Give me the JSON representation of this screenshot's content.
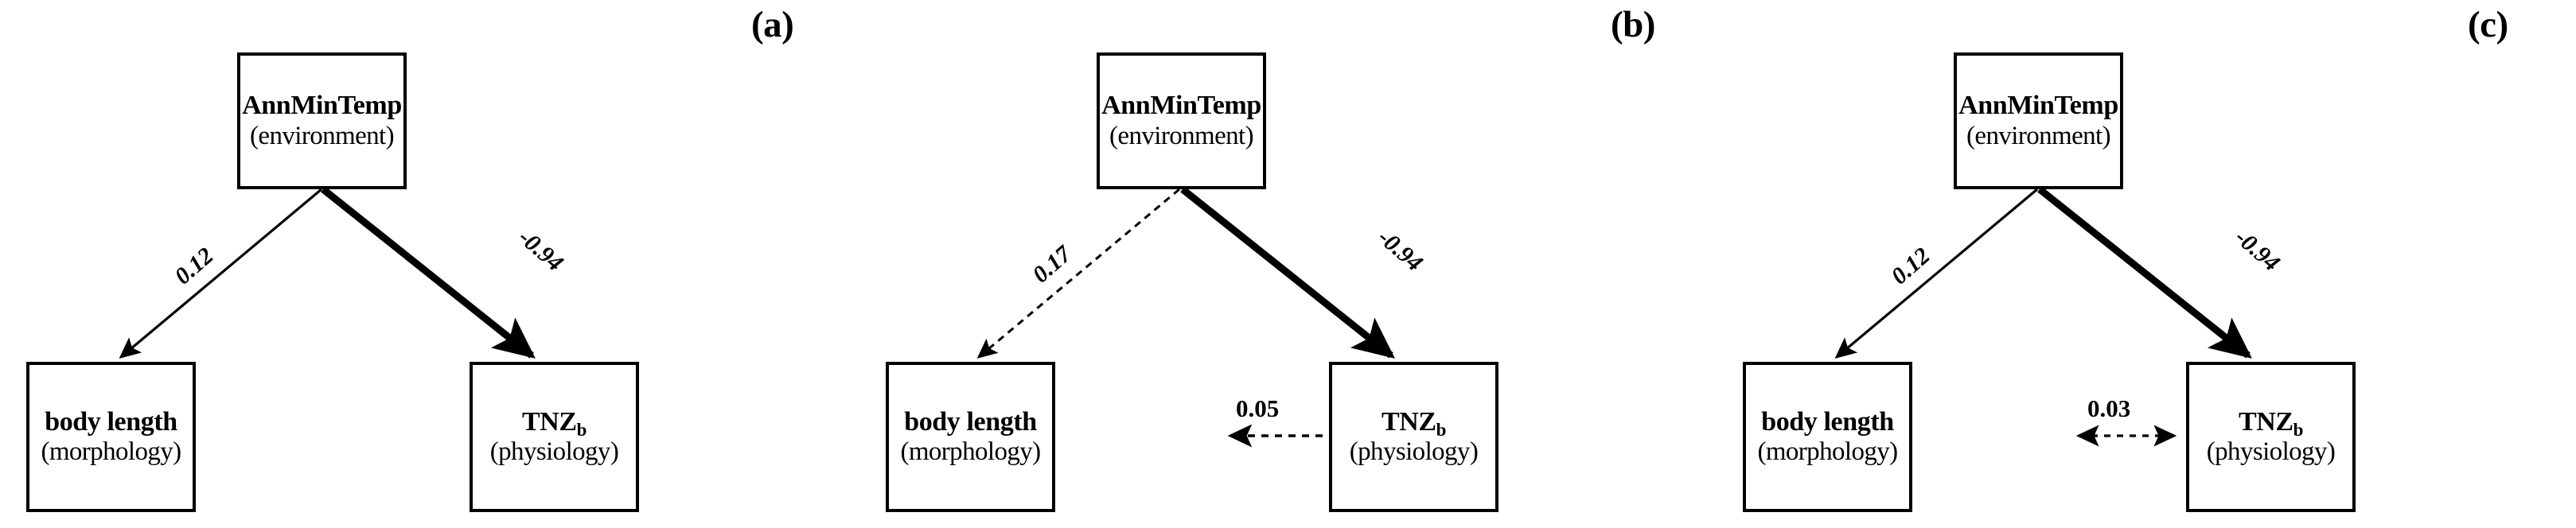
{
  "figure": {
    "type": "path-diagram",
    "description": "Three structural equation model path diagrams (a), (b), (c)"
  },
  "nodes": {
    "env": {
      "title": "AnnMinTemp",
      "subtitle": "(environment)"
    },
    "morph": {
      "title": "body length",
      "subtitle": "(morphology)"
    },
    "phys_main": "TNZ",
    "phys_sub": "b",
    "phys_subtitle": "(physiology)"
  },
  "panels": [
    {
      "id": "a",
      "label": "(a)",
      "nodes": {
        "top": {
          "line1": "AnnMinTemp",
          "line2": "(environment)"
        },
        "bottom_left": {
          "line1": "body length",
          "line2": "(morphology)"
        },
        "bottom_right": {
          "line1_main": "TNZ",
          "line1_sub": "b",
          "line2": "(physiology)"
        }
      },
      "edges": [
        {
          "from": "AnnMinTemp",
          "to": "body length",
          "label": "0.12",
          "style": "solid",
          "weight": "thin",
          "arrow": "single"
        },
        {
          "from": "AnnMinTemp",
          "to": "TNZb",
          "label": "-0.94",
          "style": "solid",
          "weight": "thick",
          "arrow": "single"
        }
      ]
    },
    {
      "id": "b",
      "label": "(b)",
      "nodes": {
        "top": {
          "line1": "AnnMinTemp",
          "line2": "(environment)"
        },
        "bottom_left": {
          "line1": "body length",
          "line2": "(morphology)"
        },
        "bottom_right": {
          "line1_main": "TNZ",
          "line1_sub": "b",
          "line2": "(physiology)"
        }
      },
      "edges": [
        {
          "from": "AnnMinTemp",
          "to": "body length",
          "label": "0.17",
          "style": "dotted",
          "weight": "thin",
          "arrow": "single"
        },
        {
          "from": "AnnMinTemp",
          "to": "TNZb",
          "label": "-0.94",
          "style": "solid",
          "weight": "thick",
          "arrow": "single"
        },
        {
          "from": "TNZb",
          "to": "body length",
          "label": "0.05",
          "style": "dotted",
          "weight": "thin",
          "arrow": "single"
        }
      ]
    },
    {
      "id": "c",
      "label": "(c)",
      "nodes": {
        "top": {
          "line1": "AnnMinTemp",
          "line2": "(environment)"
        },
        "bottom_left": {
          "line1": "body length",
          "line2": "(morphology)"
        },
        "bottom_right": {
          "line1_main": "TNZ",
          "line1_sub": "b",
          "line2": "(physiology)"
        }
      },
      "edges": [
        {
          "from": "AnnMinTemp",
          "to": "body length",
          "label": "0.12",
          "style": "solid",
          "weight": "thin",
          "arrow": "single"
        },
        {
          "from": "AnnMinTemp",
          "to": "TNZb",
          "label": "-0.94",
          "style": "solid",
          "weight": "thick",
          "arrow": "single"
        },
        {
          "from": "body length",
          "to": "TNZb",
          "label": "0.03",
          "style": "dotted",
          "weight": "thin",
          "arrow": "double"
        }
      ]
    }
  ],
  "colors": {
    "stroke": "#000000",
    "background": "#ffffff",
    "text": "#000000"
  }
}
